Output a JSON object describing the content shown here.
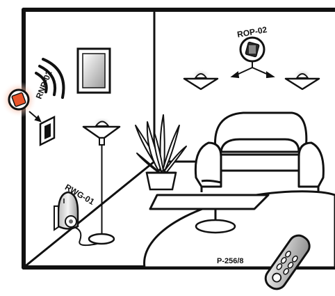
{
  "labels": {
    "rnp": "RNP-02",
    "rop": "ROP-02",
    "rwg": "RWG-01",
    "code": "P-256/8"
  },
  "colors": {
    "line": "#111111",
    "highlight": "#e9542a",
    "glow": "#f7b9a3",
    "device_dark": "#2a2a2a",
    "floor_fill": "#ffffff"
  },
  "icons": [
    "wifi-signal-icon",
    "arrow-icon",
    "light-switch-icon",
    "remote-control-icon"
  ]
}
